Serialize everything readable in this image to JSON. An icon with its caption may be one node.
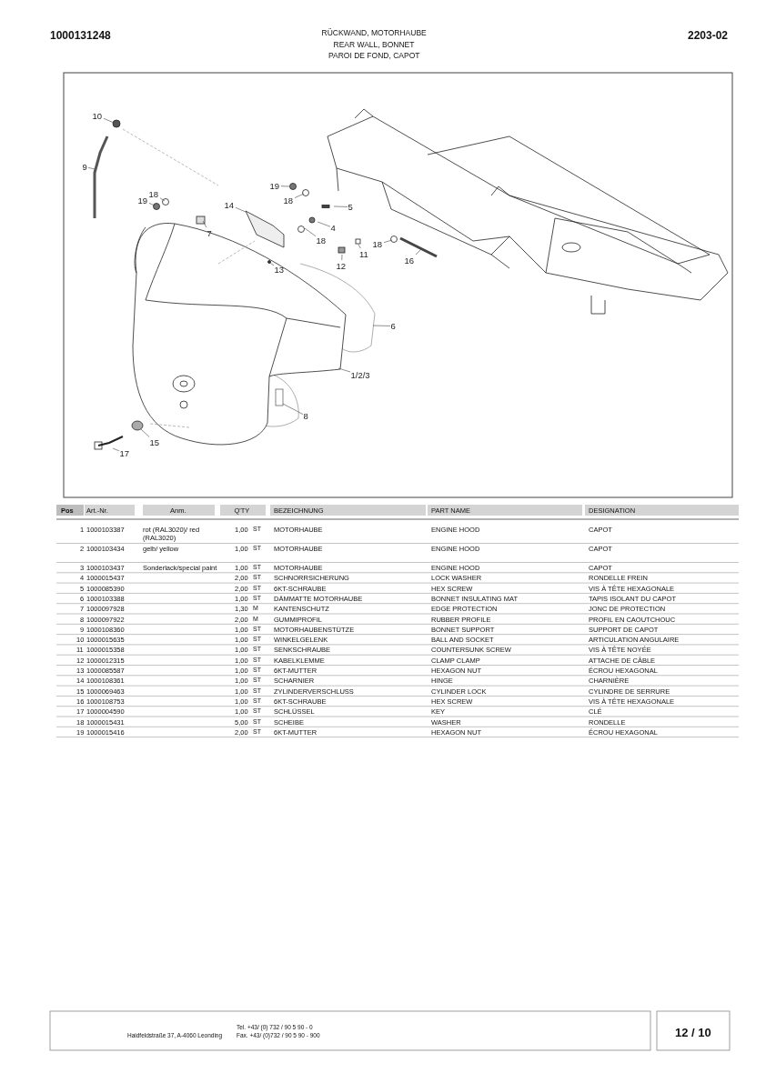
{
  "diagram": {
    "title": "RÜCKWAND, MOTORHAUBE",
    "nodes": [
      {
        "text": [
          "10"
        ]
      },
      {
        "text": [
          "9"
        ]
      },
      {
        "text": [
          "19"
        ]
      },
      {
        "text": [
          "18"
        ]
      },
      {
        "text": [
          "14"
        ]
      },
      {
        "text": [
          "7"
        ]
      },
      {
        "text": [
          "19"
        ]
      },
      {
        "text": [
          "18"
        ]
      },
      {
        "text": [
          "5"
        ]
      },
      {
        "text": [
          "4"
        ]
      },
      {
        "text": [
          "18"
        ]
      },
      {
        "text": [
          "11"
        ]
      },
      {
        "text": [
          "12"
        ]
      },
      {
        "text": [
          "13"
        ]
      },
      {
        "text": [
          "18"
        ]
      },
      {
        "text": [
          "16"
        ]
      },
      {
        "text": [
          "6"
        ]
      },
      {
        "text": [
          "1/2/3"
        ]
      },
      {
        "text": [
          "8"
        ]
      },
      {
        "text": [
          "15"
        ]
      },
      {
        "text": [
          "17"
        ]
      }
    ],
    "edges": [
      {
        "from": 0,
        "to": null,
        "arrow": "none"
      },
      {
        "from": 1,
        "to": null,
        "arrow": "none"
      },
      {
        "from": 2,
        "to": null,
        "arrow": "none"
      },
      {
        "from": 3,
        "to": null,
        "arrow": "none"
      },
      {
        "from": 4,
        "to": null,
        "arrow": "none"
      },
      {
        "from": 5,
        "to": null,
        "arrow": "none"
      },
      {
        "from": 6,
        "to": null,
        "arrow": "none"
      },
      {
        "from": 7,
        "to": null,
        "arrow": "none"
      },
      {
        "from": 8,
        "to": null,
        "arrow": "none"
      },
      {
        "from": 9,
        "to": null,
        "arrow": "none"
      },
      {
        "from": 10,
        "to": null,
        "arrow": "none"
      },
      {
        "from": 11,
        "to": null,
        "arrow": "none"
      },
      {
        "from": 12,
        "to": null,
        "arrow": "none"
      },
      {
        "from": 13,
        "to": null,
        "arrow": "none"
      },
      {
        "from": 14,
        "to": null,
        "arrow": "none"
      },
      {
        "from": 15,
        "to": null,
        "arrow": "none"
      },
      {
        "from": 16,
        "to": null,
        "arrow": "none"
      },
      {
        "from": 17,
        "to": null,
        "arrow": "none"
      },
      {
        "from": 18,
        "to": null,
        "arrow": "none"
      },
      {
        "from": 19,
        "to": null,
        "arrow": "none"
      },
      {
        "from": 20,
        "to": null,
        "arrow": "none"
      }
    ],
    "labels": [
      "1000131248",
      "REAR WALL, BONNET",
      "PAROI DE FOND, CAPOT",
      "2203-02",
      "Pos",
      "Art.-Nr.",
      "Anm.",
      "Q'TY",
      "BEZEICHNUNG",
      "PART NAME",
      "DESIGNATION",
      "1",
      "1000103387",
      "rot (RAL3020)/ red (RAL3020)",
      "1,00",
      "ST",
      "MOTORHAUBE",
      "ENGINE HOOD",
      "CAPOT",
      "2",
      "1000103434",
      "gelb/ yellow",
      "1,00",
      "ST",
      "MOTORHAUBE",
      "ENGINE HOOD",
      "CAPOT",
      "3",
      "1000103437",
      "Sonderlack/special paint",
      "1,00",
      "ST",
      "MOTORHAUBE",
      "ENGINE HOOD",
      "CAPOT",
      "4",
      "1000015437",
      "2,00",
      "ST",
      "SCHNORRSICHERUNG",
      "LOCK WASHER",
      "RONDELLE FREIN",
      "5",
      "1000085390",
      "2,00",
      "ST",
      "6KT-SCHRAUBE",
      "HEX SCREW",
      "VIS À TÊTE HEXAGONALE",
      "6",
      "1000103388",
      "1,00",
      "ST",
      "DÄMMATTE MOTORHAUBE",
      "BONNET INSULATING MAT",
      "TAPIS ISOLANT DU CAPOT",
      "7",
      "1000097928",
      "1,30",
      "M",
      "KANTENSCHUTZ",
      "EDGE PROTECTION",
      "JONC DE PROTECTION",
      "8",
      "1000097922",
      "2,00",
      "M",
      "GUMMIPROFIL",
      "RUBBER PROFILE",
      "PROFIL EN CAOUTCHOUC",
      "9",
      "1000108360",
      "1,00",
      "ST",
      "MOTORHAUBENSTÜTZE",
      "BONNET SUPPORT",
      "SUPPORT DE CAPOT",
      "10",
      "1000015635",
      "1,00",
      "ST",
      "WINKELGELENK",
      "BALL AND SOCKET",
      "ARTICULATION ANGULAIRE",
      "11",
      "1000015358",
      "1,00",
      "ST",
      "SENKSCHRAUBE",
      "COUNTERSUNK SCREW",
      "VIS À TÊTE NOYÉE",
      "12",
      "1000012315",
      "1,00",
      "ST",
      "KABELKLEMME",
      "CLAMP CLAMP",
      "ATTACHE  DE CÂBLE",
      "13",
      "1000085587",
      "1,00",
      "ST",
      "6KT-MUTTER",
      "HEXAGON NUT",
      "ÉCROU HEXAGONAL",
      "14",
      "1000108361",
      "1,00",
      "ST",
      "SCHARNIER",
      "HINGE",
      "CHARNIÈRE",
      "15",
      "1000069463",
      "1,00",
      "ST",
      "ZYLINDERVERSCHLUSS",
      "CYLINDER LOCK",
      "CYLINDRE DE SERRURE",
      "16",
      "1000108753",
      "1,00",
      "ST",
      "6KT-SCHRAUBE",
      "HEX SCREW",
      "VIS À TÊTE HEXAGONALE",
      "17",
      "1000004590",
      "1,00",
      "ST",
      "SCHLÜSSEL",
      "KEY",
      "CLÉ",
      "18",
      "1000015431",
      "5,00",
      "ST",
      "SCHEIBE",
      "WASHER",
      "RONDELLE",
      "19",
      "1000015416",
      "2,00",
      "ST",
      "6KT-MUTTER",
      "HEXAGON NUT",
      "ÉCROU HEXAGONAL",
      "Haidfeldstraße 37, A-4060 Leonding",
      "Tel. +43/ (0) 732 / 90 5 90 - 0",
      "Fax. +43/ (0)732 / 90 5 90 - 900",
      "12 / 10"
    ]
  }
}
